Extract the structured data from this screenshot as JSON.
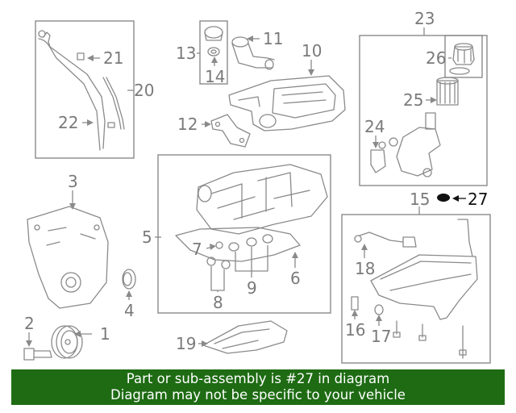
{
  "callouts": {
    "c1": "1",
    "c2": "2",
    "c3": "3",
    "c4": "4",
    "c5": "5",
    "c6": "6",
    "c7": "7",
    "c8": "8",
    "c9": "9",
    "c10": "10",
    "c11": "11",
    "c12": "12",
    "c13": "13",
    "c14": "14",
    "c15": "15",
    "c16": "16",
    "c17": "17",
    "c18": "18",
    "c19": "19",
    "c20": "20",
    "c21": "21",
    "c22": "22",
    "c23": "23",
    "c24": "24",
    "c25": "25",
    "c26": "26",
    "c27": "27"
  },
  "highlighted_part": "27",
  "colors": {
    "banner": "#1e6b13",
    "highlight": "#111111",
    "line_art": "#8a8a8a"
  },
  "banner": {
    "line1": "Part or sub-assembly is #27 in diagram",
    "line2": "Diagram may not be specific to your vehicle"
  }
}
